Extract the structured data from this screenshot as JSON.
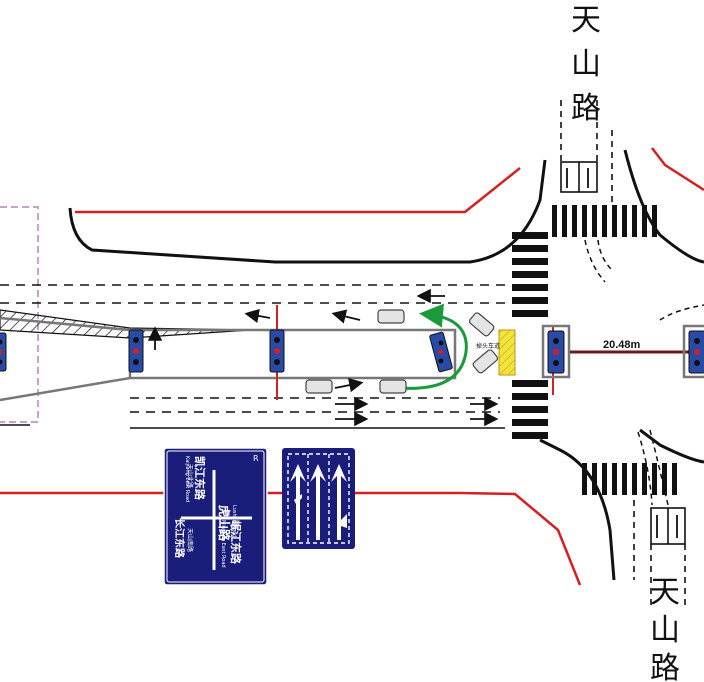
{
  "road_names": {
    "north": "天山路",
    "south": "天山路"
  },
  "measurement_label": "20.48m",
  "small_annotation": "掉头车道",
  "guide_sign": {
    "corner_mark": "R",
    "main_road_cn": "虎山路",
    "main_road_en": "Lushan Road",
    "left_road_cn": "凯江东路",
    "left_road_en": "Kaijiang East Road",
    "right_road_cn": "岷江东路",
    "right_road_en": "Minjiang East Road",
    "up_small": "天山北路",
    "down_small": "天山南路",
    "bottom_road_cn": "长江东路"
  },
  "lane_sign": {
    "icon": "lane-direction-arrows"
  },
  "colors": {
    "curb_red": "#d42020",
    "road_black": "#111111",
    "median_purple": "#c9a0d0",
    "sign_blue": "#1a1e7a",
    "uturn_green": "#1a9a3a",
    "signal_blue": "#2a4aa8",
    "zone_yellow": "#f2e43a",
    "line_brown": "#6b1a1a"
  }
}
